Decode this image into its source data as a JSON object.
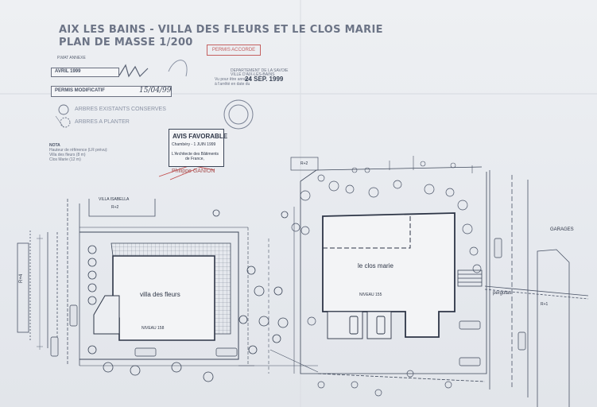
{
  "header": {
    "title_line1": "AIX LES BAINS - VILLA DES FLEURS ET LE CLOS MARIE",
    "title_line2": "PLAN DE MASSE  1/200",
    "subtitle": "P.MAT ANNEXE",
    "date_label": "AVRIL 1999",
    "permis_label": "PERMIS MODIFICATIF",
    "permis_date": "15/04/99",
    "stamp_red": "PERMIS ACCORDE"
  },
  "department_stamp": {
    "line1": "DEPARTEMENT DE LA SAVOIE",
    "line2": "VILLE D'AIX-LES-BAINS",
    "line3": "Vu pour être annexé",
    "line4": "à l'arrêté en date du",
    "date": "24 SEP. 1999"
  },
  "legend": {
    "item1": "ARBRES EXISTANTS CONSERVES",
    "item2": "ARBRES A PLANTER"
  },
  "note": {
    "title": "NOTA",
    "line1": "Hauteur de référence (LR prévu):",
    "line2": "Villa des fleurs (8 m)",
    "line3": "Clos Marie (12 m)"
  },
  "avis": {
    "title": "AVIS FAVORABLE",
    "date": "Chambéry - 1 JUIN 1999",
    "line2": "L'Architecte des Bâtiments",
    "line3": "de France,",
    "signature": "Philippe GANION"
  },
  "plan": {
    "building1": "villa des fleurs",
    "building1_level": "NIVEAU 158",
    "building2": "le clos marie",
    "building2_level": "NIVEAU 155",
    "neighbor_top": "VILLA ISABELLA",
    "label_garages": "GARAGES",
    "label_pergolas": "pergolas",
    "label_r2_top": "R+2",
    "label_r2_left": "R+2",
    "label_r4": "R+4",
    "label_r1": "R+1"
  }
}
